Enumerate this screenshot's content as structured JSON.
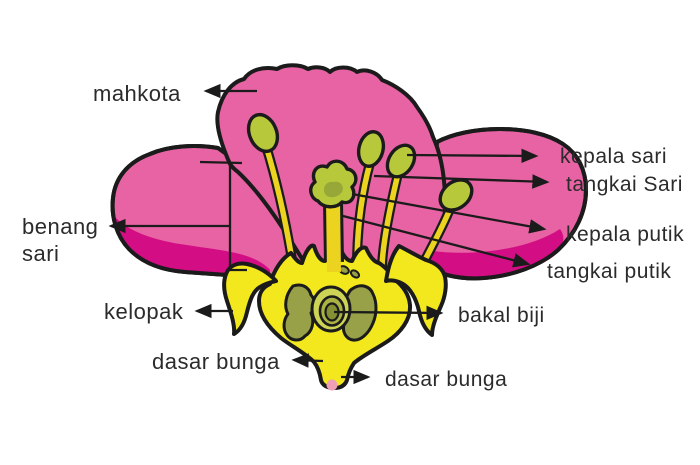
{
  "diagram": {
    "labels": {
      "mahkota": "mahkota",
      "benang_sari_line1": "benang",
      "benang_sari_line2": "sari",
      "kelopak": "kelopak",
      "dasar_bunga_left": "dasar bunga",
      "dasar_bunga_bottom": "dasar bunga",
      "bakal_biji": "bakal biji",
      "kepala_sari": "kepala sari",
      "tangkai_sari": "tangkai Sari",
      "kepala_putik": "kepala putik",
      "tangkai_putik": "tangkai putik"
    },
    "colors": {
      "outline": "#1b1b1b",
      "label_text": "#2b2b2b",
      "petal_pink": "#e763a3",
      "petal_magenta": "#d30e84",
      "calyx_yellow": "#f3e81d",
      "filament_yellow": "#ecd31f",
      "anther_green": "#b7c93b",
      "stigma_shadow": "#97a839",
      "ovary_olive": "#98a048",
      "ovule_outer": "#cdd455",
      "ovule_mid": "#a9b243",
      "ovule_inner": "#858f33",
      "receptacle_dot": "#f0a0b6"
    }
  }
}
